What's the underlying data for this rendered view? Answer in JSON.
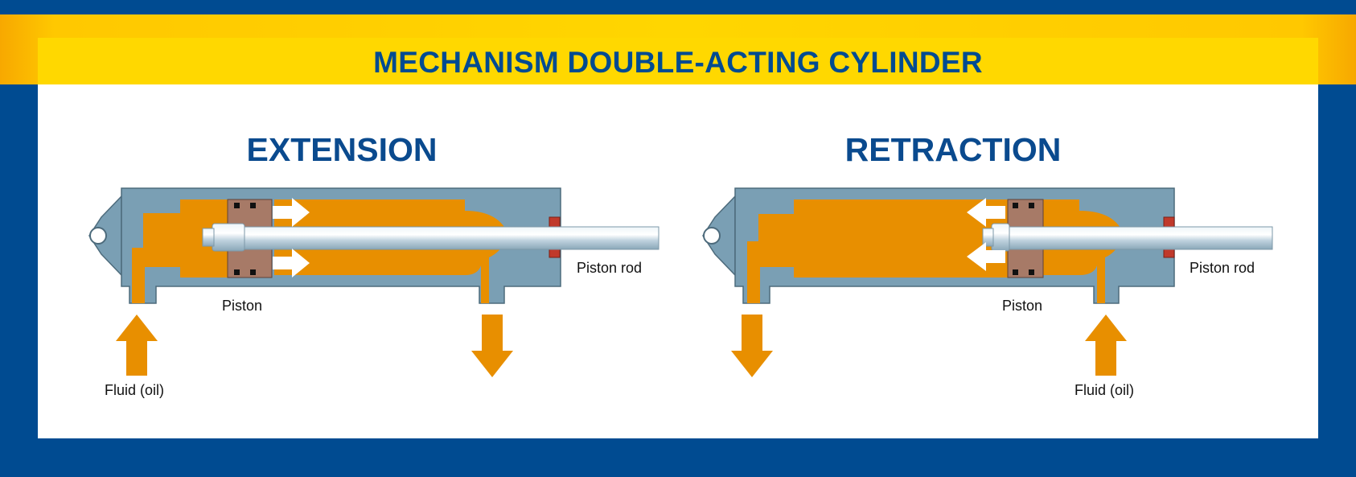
{
  "title": "MECHANISM DOUBLE-ACTING CYLINDER",
  "extension": {
    "heading": "EXTENSION",
    "piston_label": "Piston",
    "rod_label": "Piston rod",
    "fluid_label": "Fluid (oil)"
  },
  "retraction": {
    "heading": "RETRACTION",
    "piston_label": "Piston",
    "rod_label": "Piston rod",
    "fluid_label": "Fluid (oil)"
  },
  "colors": {
    "frame": "#004b91",
    "title_band": "#ffd600",
    "cylinder_body": "#7a9fb4",
    "fluid": "#e88f00",
    "piston": "#a77a67",
    "rod": "#c5dae6",
    "arrow": "#e88f00"
  }
}
